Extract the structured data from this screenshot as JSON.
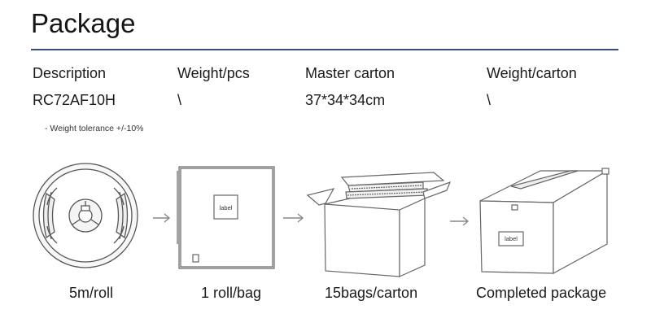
{
  "title": "Package",
  "spec_table": {
    "headers": [
      "Description",
      "Weight/pcs",
      "Master carton",
      "Weight/carton"
    ],
    "values": [
      "RC72AF10H",
      "\\",
      "37*34*34cm",
      "\\"
    ]
  },
  "note": "- Weight tolerance +/-10%",
  "steps": [
    {
      "caption": "5m/roll",
      "icon": "reel-icon"
    },
    {
      "caption": "1 roll/bag",
      "icon": "bag-icon",
      "label_text": "label"
    },
    {
      "caption": "15bags/carton",
      "icon": "open-carton-icon"
    },
    {
      "caption": "Completed package",
      "icon": "sealed-carton-icon",
      "label_text": "label"
    }
  ],
  "colors": {
    "rule": "#3e4a7a",
    "line_art": "#555555"
  }
}
